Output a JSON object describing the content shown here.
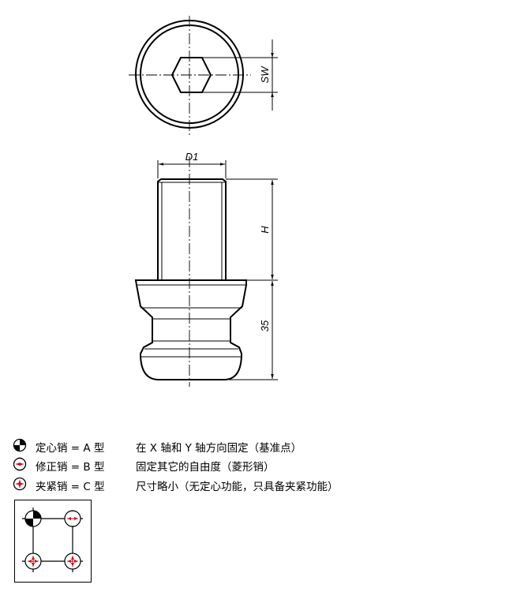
{
  "drawing": {
    "dim_sw": "SW",
    "dim_d1": "D1",
    "dim_h": "H",
    "dim_35": "35"
  },
  "legend": [
    {
      "icon": "locating-pin-icon",
      "label": "定心销 = A 型",
      "description": "在 X 轴和 Y 轴方向固定（基准点）"
    },
    {
      "icon": "diamond-pin-icon",
      "label": "修正销 = B 型",
      "description": "固定其它的自由度（菱形销）"
    },
    {
      "icon": "clamping-pin-icon",
      "label": "夹紧销 = C 型",
      "description": "尺寸略小（无定心功能，只具备夹紧功能）"
    }
  ],
  "colors": {
    "arrow": "#cc1122",
    "line": "#000000"
  }
}
